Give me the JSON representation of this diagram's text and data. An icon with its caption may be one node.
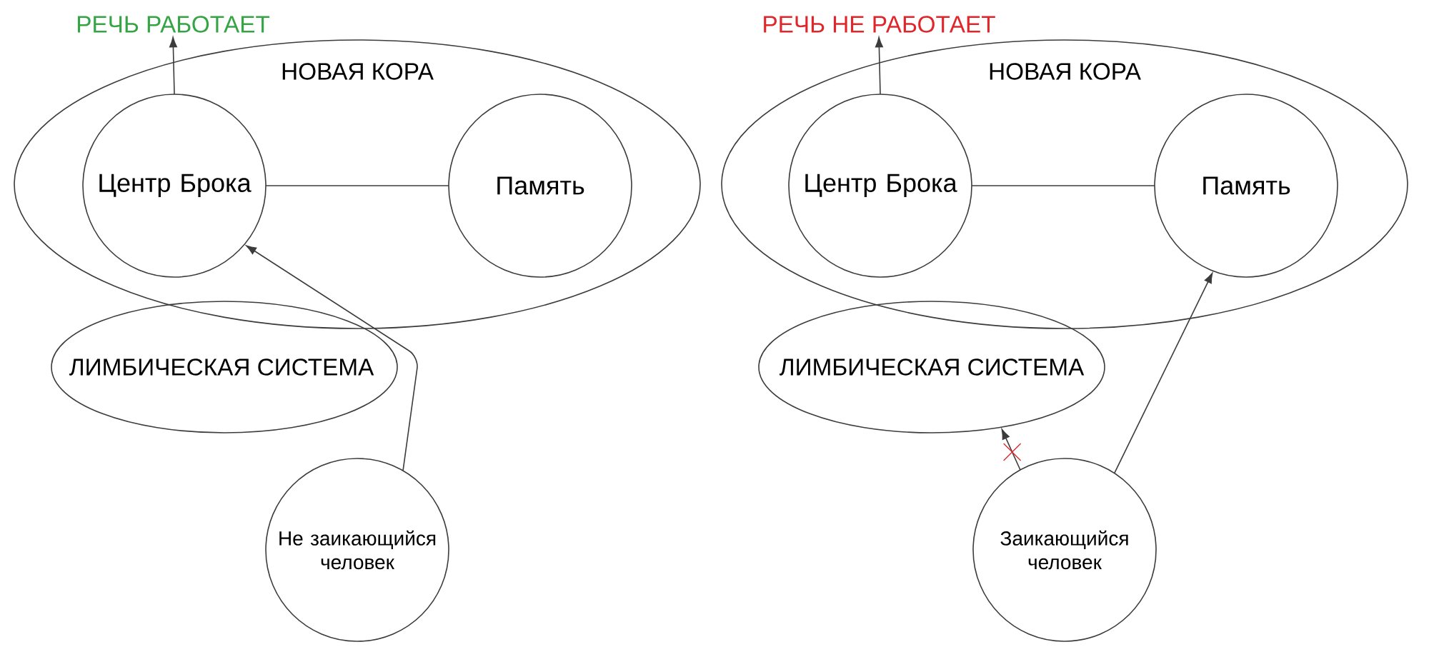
{
  "diagram": {
    "nodes": [
      {
        "text": [
          "РЕЧЬ РАБОТАЕТ"
        ]
      },
      {
        "text": [
          "НОВАЯ КОРА"
        ]
      },
      {
        "text": [
          "Центр Брока"
        ],
        "in": 1
      },
      {
        "text": [
          "Память"
        ],
        "in": 1
      },
      {
        "text": [
          "ЛИМБИЧЕСКАЯ СИСТЕМА"
        ]
      },
      {
        "text": [
          "Не заикающийся человек"
        ]
      },
      {
        "text": [
          "РЕЧЬ НЕ РАБОТАЕТ"
        ]
      },
      {
        "text": [
          "НОВАЯ КОРА"
        ]
      },
      {
        "text": [
          "Центр Брока"
        ],
        "in": 7
      },
      {
        "text": [
          "Память"
        ],
        "in": 7
      },
      {
        "text": [
          "ЛИМБИЧЕСКАЯ СИСТЕМА"
        ]
      },
      {
        "text": [
          "Заикающийся человек"
        ]
      }
    ],
    "edges": [
      {
        "from": 2,
        "to": 0,
        "arrow": "to"
      },
      {
        "from": 2,
        "to": 3,
        "arrow": "none"
      },
      {
        "from": 5,
        "to": 2,
        "arrow": "to"
      },
      {
        "from": 8,
        "to": 6,
        "arrow": "to"
      },
      {
        "from": 8,
        "to": 9,
        "arrow": "none"
      },
      {
        "from": 11,
        "to": 9,
        "arrow": "to"
      },
      {
        "from": 11,
        "to": 10,
        "arrow": "to"
      }
    ]
  }
}
